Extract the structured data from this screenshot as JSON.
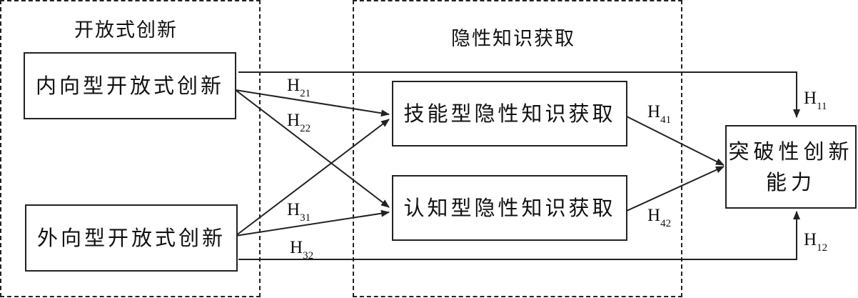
{
  "groups": {
    "open_innovation": "开放式创新",
    "tacit_knowledge": "隐性知识获取"
  },
  "nodes": {
    "inbound": "内向型开放式创新",
    "outbound": "外向型开放式创新",
    "skill": "技能型隐性知识获取",
    "cognitive": "认知型隐性知识获取",
    "breakthrough_line1": "突破性创新",
    "breakthrough_line2": "能力"
  },
  "hypotheses": {
    "h11": {
      "letter": "H",
      "sub": "11"
    },
    "h12": {
      "letter": "H",
      "sub": "12"
    },
    "h21": {
      "letter": "H",
      "sub": "21"
    },
    "h22": {
      "letter": "H",
      "sub": "22"
    },
    "h31": {
      "letter": "H",
      "sub": "31"
    },
    "h32": {
      "letter": "H",
      "sub": "32"
    },
    "h41": {
      "letter": "H",
      "sub": "41"
    },
    "h42": {
      "letter": "H",
      "sub": "42"
    }
  }
}
